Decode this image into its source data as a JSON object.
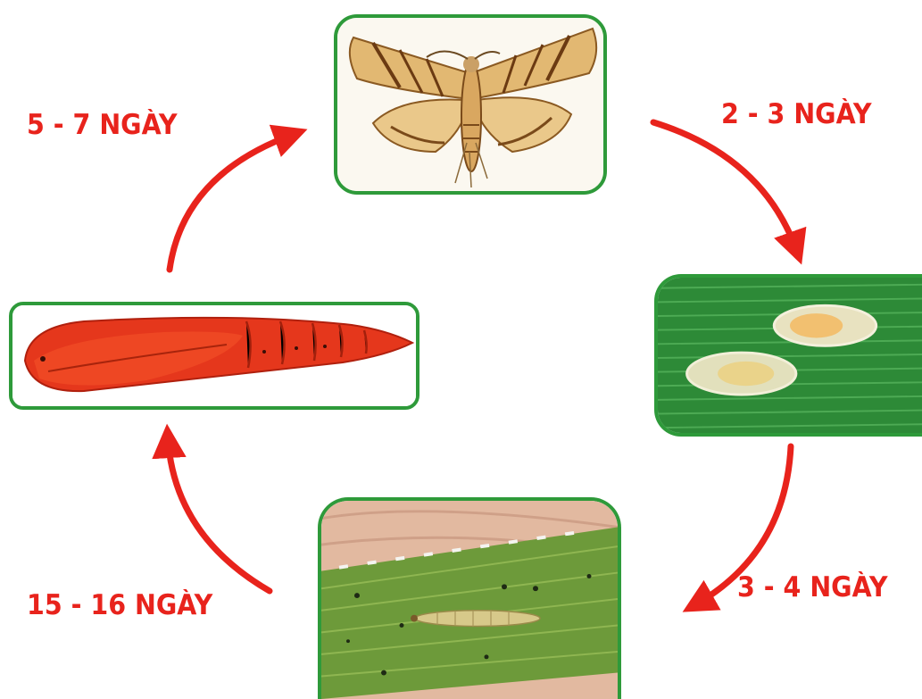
{
  "labels": {
    "moth_to_eggs": "2 - 3 NGÀY",
    "eggs_to_larva": "3 - 4 NGÀY",
    "larva_to_pupa": "15 - 16 NGÀY",
    "pupa_to_moth": "5 - 7 NGÀY"
  },
  "colors": {
    "label_red": "#e8231c",
    "arrow_red": "#e8231c",
    "frame_green": "#2e9a3a"
  },
  "stages": {
    "moth": "moth-image",
    "eggs": "eggs-on-leaf-image",
    "larva": "larva-on-leaf-image",
    "pupa": "pupa-image"
  }
}
